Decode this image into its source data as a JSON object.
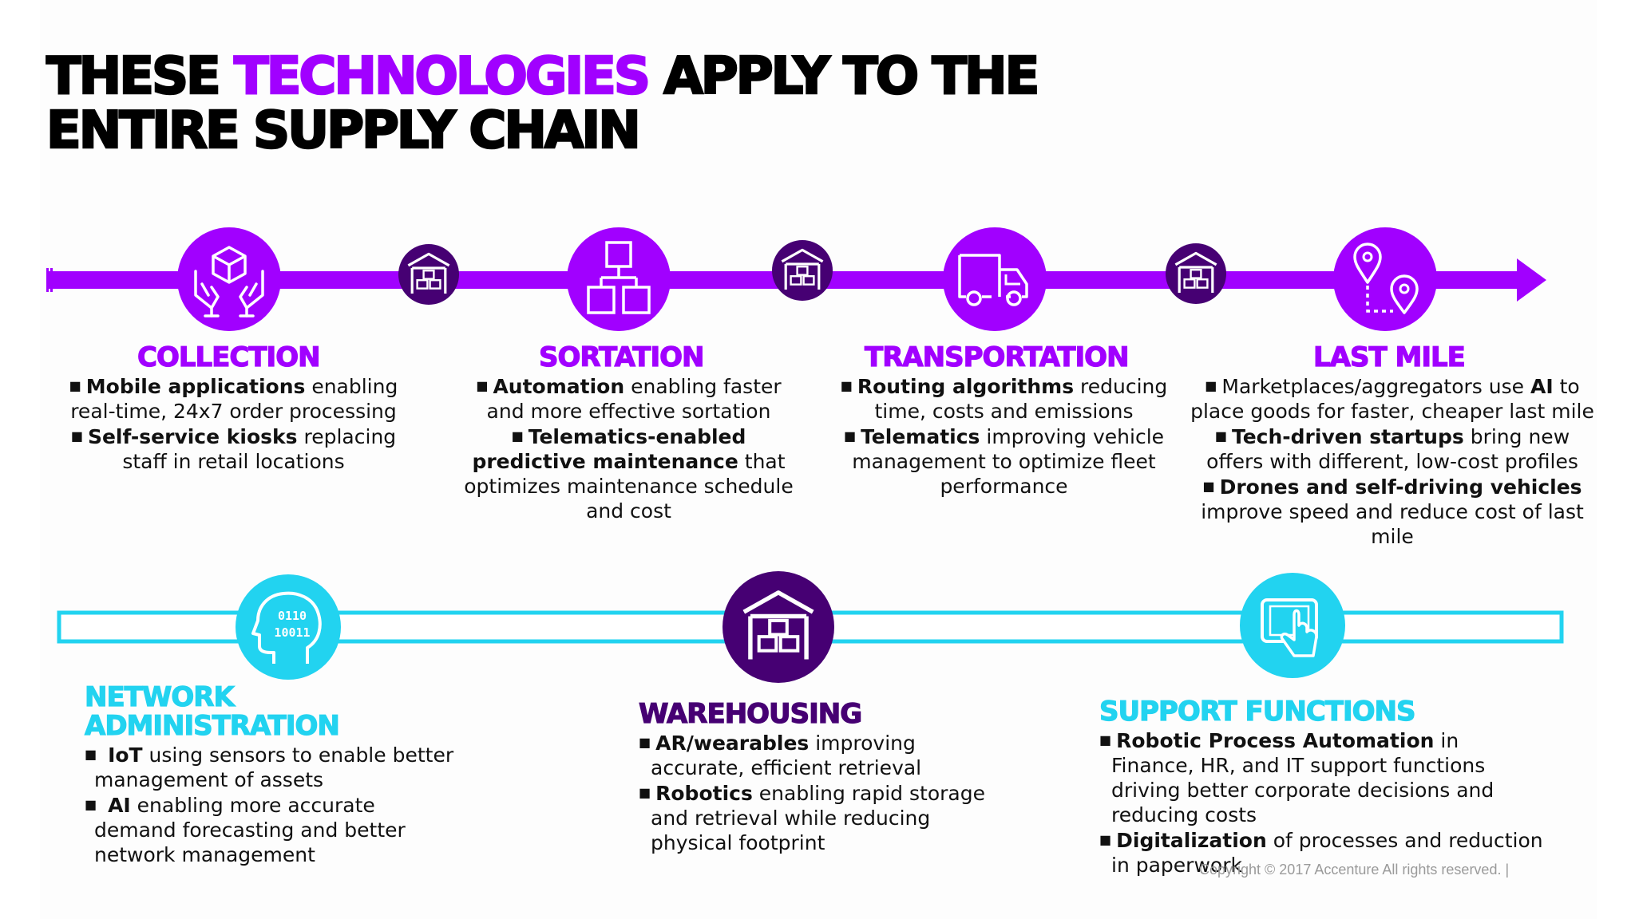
{
  "title": {
    "part1": "THESE ",
    "highlight": "TECHNOLOGIES",
    "part2": " APPLY TO THE",
    "line2": "ENTIRE SUPPLY CHAIN"
  },
  "colors": {
    "purple": "#a100ff",
    "dark_purple": "#460073",
    "cyan": "#22d3f0"
  },
  "stages": [
    {
      "heading": "COLLECTION",
      "icon": "hands-box-icon",
      "bullets": [
        {
          "bold": "Mobile applications",
          "rest": " enabling real-time, 24x7 order processing"
        },
        {
          "bold": "Self-service kiosks",
          "rest": " replacing staff in retail locations"
        }
      ]
    },
    {
      "heading": "SORTATION",
      "icon": "hierarchy-icon",
      "bullets": [
        {
          "bold": "Automation",
          "rest": " enabling faster and more effective sortation"
        },
        {
          "bold": "Telematics-enabled predictive maintenance",
          "rest": " that optimizes maintenance schedule and cost"
        }
      ]
    },
    {
      "heading": "TRANSPORTATION",
      "icon": "truck-icon",
      "bullets": [
        {
          "bold": "Routing algorithms",
          "rest": " reducing time, costs and emissions"
        },
        {
          "bold": "Telematics",
          "rest": " improving vehicle management to optimize fleet performance"
        }
      ]
    },
    {
      "heading": "LAST MILE",
      "icon": "map-pins-route-icon",
      "bullets": [
        {
          "pre": "Marketplaces/aggregators use ",
          "bold": "AI",
          "rest": " to place goods for faster, cheaper last mile"
        },
        {
          "bold": "Tech-driven startups",
          "rest": " bring new offers with different, low-cost profiles"
        },
        {
          "bold": "Drones and self-driving vehicles",
          "rest": " improve speed and reduce cost of last mile"
        }
      ]
    }
  ],
  "functions": [
    {
      "heading_line1": "NETWORK",
      "heading_line2": "ADMINISTRATION",
      "icon": "binary-head-icon",
      "bullets": [
        {
          "bold": "IoT",
          "rest": " using sensors to enable better management of assets"
        },
        {
          "bold": "AI",
          "rest": " enabling more accurate demand forecasting and better network management"
        }
      ]
    },
    {
      "heading": "WAREHOUSING",
      "icon": "warehouse-icon",
      "bullets": [
        {
          "bold": "AR/wearables",
          "rest": " improving accurate, efficient retrieval"
        },
        {
          "bold": "Robotics",
          "rest": " enabling rapid storage and retrieval while reducing physical footprint"
        }
      ]
    },
    {
      "heading": "SUPPORT FUNCTIONS",
      "icon": "tablet-touch-icon",
      "bullets": [
        {
          "bold": "Robotic Process Automation",
          "rest": " in Finance, HR, and IT support functions driving better corporate decisions and reducing costs"
        },
        {
          "bold": "Digitalization",
          "rest": " of processes and reduction in paperwork"
        }
      ]
    }
  ],
  "copyright": "Copyright © 2017 Accenture  All rights reserved.    |"
}
